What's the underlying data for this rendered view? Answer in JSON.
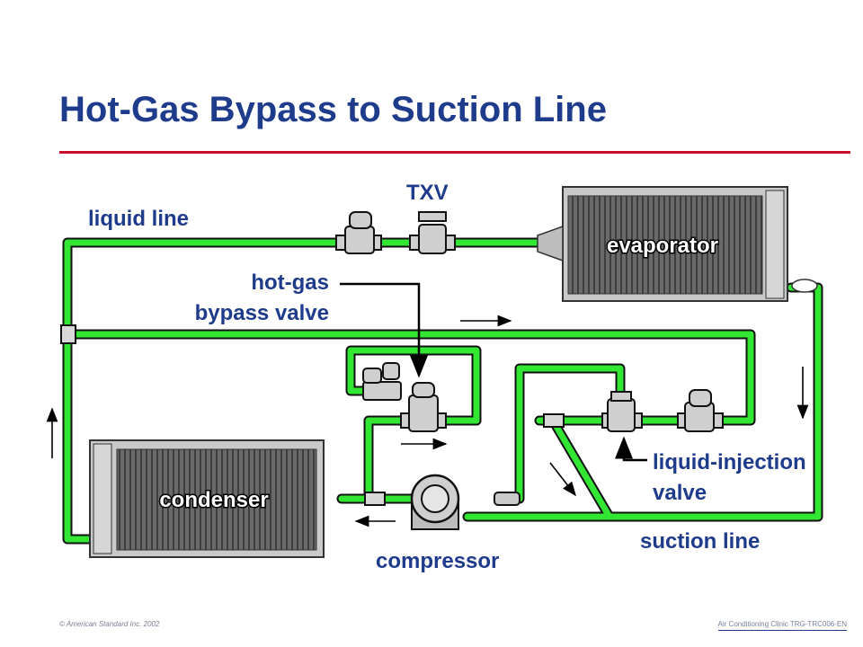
{
  "slide": {
    "title": "Hot-Gas Bypass to Suction Line"
  },
  "components": {
    "evaporator": "evaporator",
    "condenser": "condenser",
    "compressor": "compressor"
  },
  "labels": {
    "txv": "TXV",
    "liquid_line": "liquid line",
    "hot_gas_line1": "hot-gas",
    "hot_gas_line2": "bypass valve",
    "liquid_injection_line1": "liquid-injection",
    "liquid_injection_line2": "valve",
    "suction_line": "suction line"
  },
  "footer": {
    "copyright": "© American Standard Inc. 2002",
    "course": "Air Conditioning Clinic TRG-TRC006-EN"
  },
  "colors": {
    "title": "#1f3b8c",
    "rule": "#c8102e",
    "pipe": "#33e633",
    "pipe_outline": "#111111",
    "coil_frame": "#c9c9c9",
    "coil_fins": "#555555"
  }
}
